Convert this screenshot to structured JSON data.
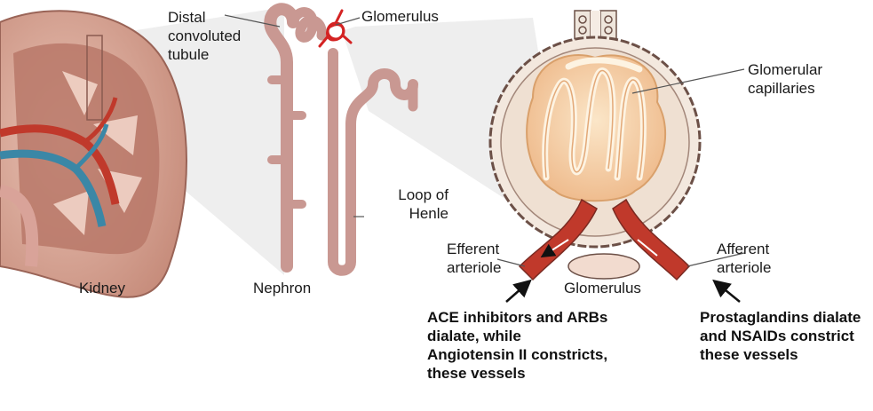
{
  "labels": {
    "distal_convoluted_tubule": "Distal convoluted tubule",
    "glomerulus_top": "Glomerulus",
    "glomerular_capillaries": "Glomerular capillaries",
    "loop_of_henle": "Loop of Henle",
    "efferent_arteriole": "Efferent arteriole",
    "afferent_arteriole": "Afferent arteriole",
    "kidney": "Kidney",
    "nephron": "Nephron",
    "glomerulus_bottom": "Glomerulus"
  },
  "notes": {
    "efferent": "ACE inhibitors and ARBs dialate, while Angiotensin II constricts, these vessels",
    "afferent": "Prostaglandins dialate and NSAIDs constrict these vessels"
  },
  "colors": {
    "kidney": "#d8a99a",
    "nephron_tubule": "#c99892",
    "capillaries": "#f4cfa3",
    "artery_red": "#c0392b",
    "vein_blue": "#3b87a6",
    "glomerulus_red": "#d42323"
  }
}
